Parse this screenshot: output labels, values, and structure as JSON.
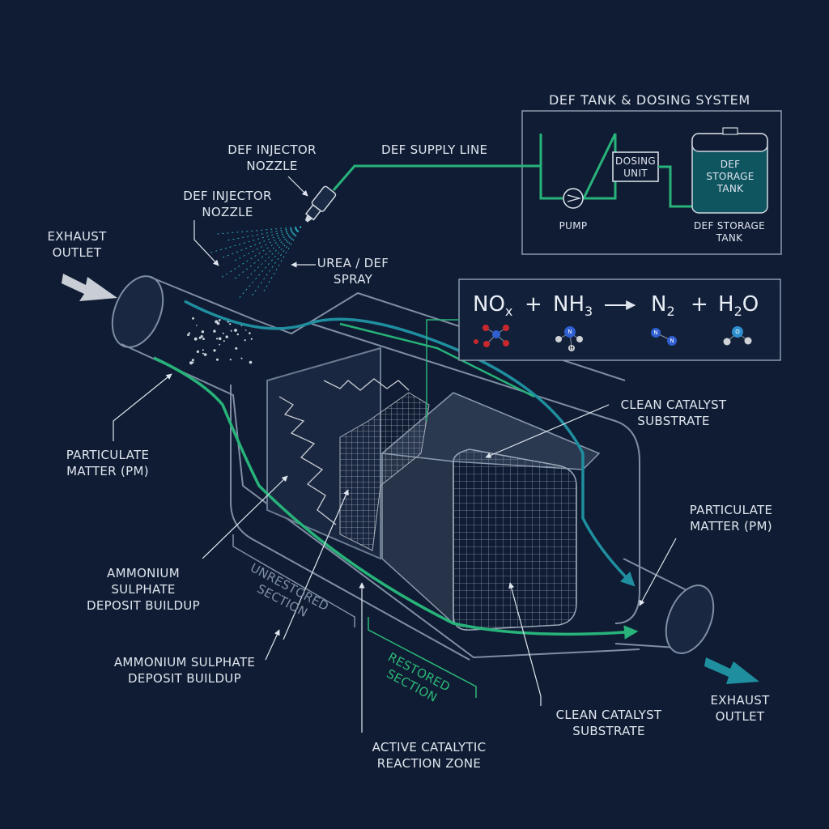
{
  "system_box": {
    "title": "DEF TANK & DOSING SYSTEM",
    "dosing_unit": [
      "DOSING",
      "UNIT"
    ],
    "pump": "PUMP",
    "tank_inner": [
      "DEF",
      "STORAGE",
      "TANK"
    ],
    "tank_caption": [
      "DEF STORAGE",
      "TANK"
    ]
  },
  "labels": {
    "def_injector_nozzle_top": [
      "DEF INJECTOR",
      "NOZZLE"
    ],
    "def_injector_nozzle_mid": [
      "DEF INJECTOR",
      "NOZZLE"
    ],
    "def_supply_line": "DEF SUPPLY LINE",
    "exhaust_inlet": [
      "EXHAUST",
      "OUTLET"
    ],
    "urea_spray": [
      "UREA / DEF",
      "SPRAY"
    ],
    "particulate_left": [
      "PARTICULATE",
      "MATTER (PM)"
    ],
    "ammonium_upper": [
      "AMMONIUM",
      "SULPHATE",
      "DEPOSIT BUILDUP"
    ],
    "ammonium_lower": [
      "AMMONIUM SULPHATE",
      "DEPOSIT BUILDUP"
    ],
    "unrestored_section": [
      "UNRESTORED",
      "SECTION"
    ],
    "restored_section": [
      "RESTORED",
      "SECTION"
    ],
    "active_zone": [
      "ACTIVE CATALYTIC",
      "REACTION ZONE"
    ],
    "clean_catalyst_upper": [
      "CLEAN CATALYST",
      "SUBSTRATE"
    ],
    "clean_catalyst_lower": [
      "CLEAN CATALYST",
      "SUBSTRATE"
    ],
    "particulate_right": [
      "PARTICULATE",
      "MATTER (PM)"
    ],
    "exhaust_outlet": [
      "EXHAUST",
      "OUTLET"
    ]
  },
  "equation": {
    "r1": "NO",
    "r1_sub": "x",
    "plus1": "+",
    "r2": "NH",
    "r2_sub": "3",
    "p1": "N",
    "p1_sub": "2",
    "plus2": "+",
    "p2a": "H",
    "p2_sub": "2",
    "p2b": "O",
    "atoms": {
      "n": "N",
      "h": "H",
      "o": "O"
    }
  },
  "colors": {
    "background": "#101c33",
    "teal": "#1f8fa0",
    "green": "#27b37a",
    "outline": "#7f8ea3",
    "text": "#dfe6ef",
    "nitrogen": "#2f5fd0",
    "oxygen": "#c8282c",
    "hydrogen": "#cfd3d8",
    "water_oxygen": "#2e8fd0"
  }
}
